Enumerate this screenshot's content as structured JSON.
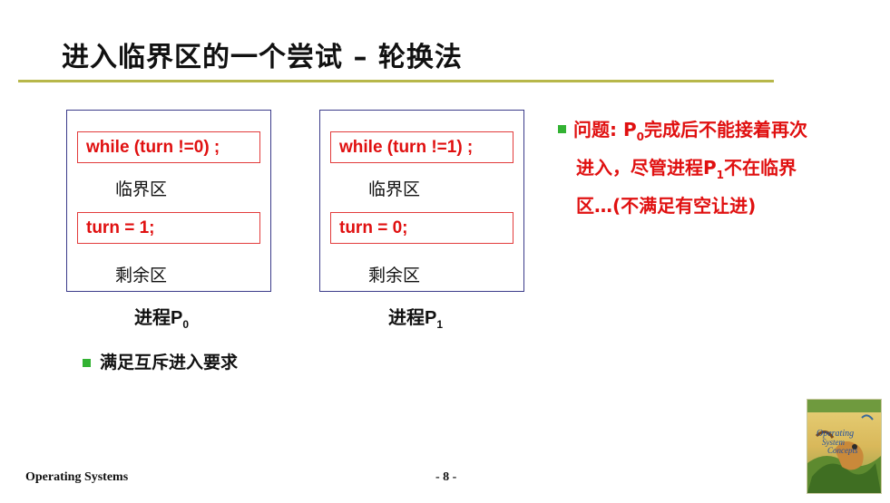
{
  "title": "进入临界区的一个尝试 – 轮换法",
  "processes": [
    {
      "while_code": "while (turn !=0) ;",
      "critical_label": "临界区",
      "turn_code": "turn = 1;",
      "remainder_label": "剩余区",
      "name_prefix": "进程",
      "name_letter": "P",
      "name_sub": "0"
    },
    {
      "while_code": "while (turn !=1) ;",
      "critical_label": "临界区",
      "turn_code": "turn = 0;",
      "remainder_label": "剩余区",
      "name_prefix": "进程",
      "name_letter": "P",
      "name_sub": "1"
    }
  ],
  "note": "满足互斥进入要求",
  "problem": {
    "part1": "问题: P",
    "sub1": "0",
    "part2": "完成后不能接着再次",
    "line2a": "进入，尽管进程P",
    "sub2": "1",
    "line2b": "不在临界",
    "line3": "区…(不满足有空让进)"
  },
  "footer": {
    "left": "Operating Systems",
    "page": "- 8 -"
  },
  "book_cover": {
    "text_line1": "Operating",
    "text_line2": "System",
    "text_line3": "Concepts"
  },
  "colors": {
    "accent_red": "#e01010",
    "box_border_blue": "#3b3b8a",
    "rule_olive": "#b7b74a",
    "bullet_green": "#33b233"
  }
}
